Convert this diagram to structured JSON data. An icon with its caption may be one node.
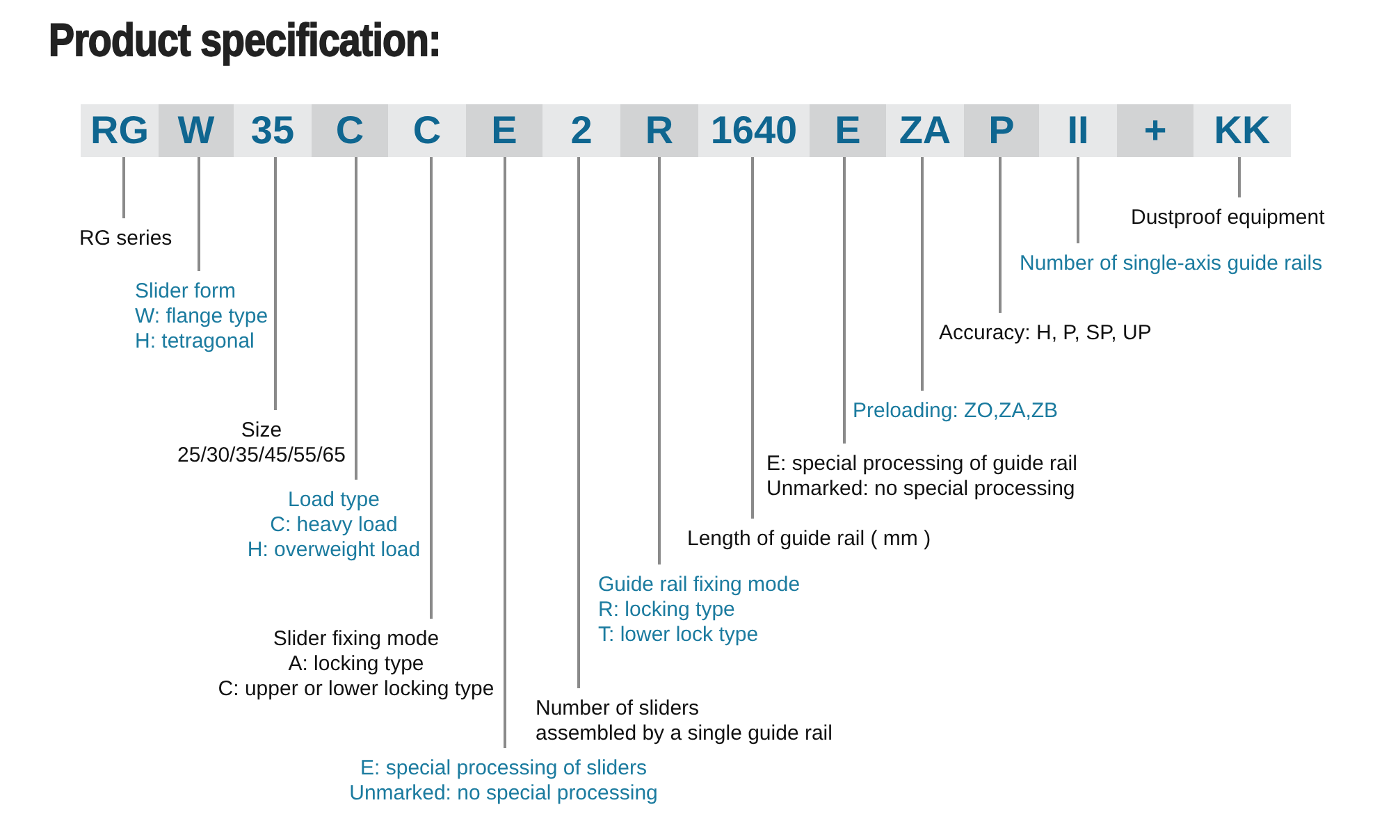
{
  "diagram": {
    "title": "Product specification:",
    "nodes": [
      {
        "text": [
          "RG"
        ]
      },
      {
        "text": [
          "W"
        ]
      },
      {
        "text": [
          "35"
        ]
      },
      {
        "text": [
          "C"
        ]
      },
      {
        "text": [
          "C"
        ]
      },
      {
        "text": [
          "E"
        ]
      },
      {
        "text": [
          "2"
        ]
      },
      {
        "text": [
          "R"
        ]
      },
      {
        "text": [
          "1640"
        ]
      },
      {
        "text": [
          "E"
        ]
      },
      {
        "text": [
          "ZA"
        ]
      },
      {
        "text": [
          "P"
        ]
      },
      {
        "text": [
          "II"
        ]
      },
      {
        "text": [
          "+"
        ]
      },
      {
        "text": [
          "KK"
        ]
      },
      {
        "text": [
          "RG series"
        ]
      },
      {
        "text": [
          "Slider form",
          "W: flange type",
          "H: tetragonal"
        ]
      },
      {
        "text": [
          "Size",
          "25/30/35/45/55/65"
        ]
      },
      {
        "text": [
          "Load type",
          "C: heavy load",
          "H: overweight load"
        ]
      },
      {
        "text": [
          "Slider fixing mode",
          "A: locking type",
          "C: upper or lower locking type"
        ]
      },
      {
        "text": [
          "E: special processing of sliders",
          "Unmarked: no special processing"
        ]
      },
      {
        "text": [
          "Number of sliders",
          "assembled by a single guide rail"
        ]
      },
      {
        "text": [
          "Guide rail fixing mode",
          "R: locking type",
          "T: lower lock type"
        ]
      },
      {
        "text": [
          "Length of guide rail ( mm )"
        ]
      },
      {
        "text": [
          "E: special processing of guide rail",
          "Unmarked: no special processing"
        ]
      },
      {
        "text": [
          "Preloading: ZO,ZA,ZB"
        ]
      },
      {
        "text": [
          "Accuracy: H, P, SP, UP"
        ]
      },
      {
        "text": [
          "Number of single-axis guide rails"
        ]
      },
      {
        "text": [
          "Dustproof equipment"
        ]
      }
    ],
    "edges": [
      {
        "from": 0,
        "to": 15,
        "arrow": "none"
      },
      {
        "from": 1,
        "to": 16,
        "arrow": "none"
      },
      {
        "from": 2,
        "to": 17,
        "arrow": "none"
      },
      {
        "from": 3,
        "to": 18,
        "arrow": "none"
      },
      {
        "from": 4,
        "to": 19,
        "arrow": "none"
      },
      {
        "from": 5,
        "to": 20,
        "arrow": "none"
      },
      {
        "from": 6,
        "to": 21,
        "arrow": "none"
      },
      {
        "from": 7,
        "to": 22,
        "arrow": "none"
      },
      {
        "from": 8,
        "to": 23,
        "arrow": "none"
      },
      {
        "from": 9,
        "to": 24,
        "arrow": "none"
      },
      {
        "from": 10,
        "to": 25,
        "arrow": "none"
      },
      {
        "from": 11,
        "to": 26,
        "arrow": "none"
      },
      {
        "from": 12,
        "to": 27,
        "arrow": "none"
      },
      {
        "from": 14,
        "to": 28,
        "arrow": "none"
      }
    ]
  }
}
